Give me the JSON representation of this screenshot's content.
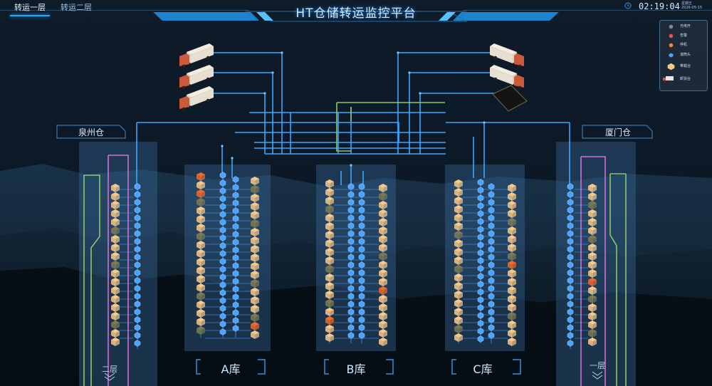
{
  "tabs": [
    {
      "label": "转运一层",
      "active": true
    },
    {
      "label": "转运二层",
      "active": false
    }
  ],
  "title": "HT仓储转运监控平台",
  "clock": {
    "time": "02:19:04",
    "weekday": "星期五",
    "date": "2026-05-15"
  },
  "legend": [
    {
      "label": "光电开",
      "icon": "grey-dot-icon",
      "color": "#7d8a86"
    },
    {
      "label": "告警",
      "icon": "red-dot-icon",
      "color": "#e2505b"
    },
    {
      "label": "停机",
      "icon": "orange-dot-icon",
      "color": "#f08c2a"
    },
    {
      "label": "滚筒头",
      "icon": "roller-head-icon",
      "color": "#4aa3ff"
    },
    {
      "label": "带载台",
      "icon": "loaded-conveyor-icon",
      "color": "#f6c98b"
    },
    {
      "label": "卸货台",
      "icon": "unloading-truck-icon",
      "color": "#d8d8d8"
    }
  ],
  "warehouses": {
    "quanzhou": {
      "label": "泉州仓",
      "floor": "二层"
    },
    "xiamen": {
      "label": "厦门仓",
      "floor": "一层"
    }
  },
  "zones": [
    {
      "label": "A库"
    },
    {
      "label": "B库"
    },
    {
      "label": "C库"
    }
  ],
  "colors": {
    "accent": "#2aa7ff",
    "line_blue": "#3aa8ff",
    "line_green": "#8cc968",
    "line_pink": "#d36fd6",
    "cargo_tan": "#f6c98b",
    "cargo_olive": "#7b7a55",
    "roller_blue": "#4aa3ff",
    "alarm_orange": "#f06a2a"
  }
}
